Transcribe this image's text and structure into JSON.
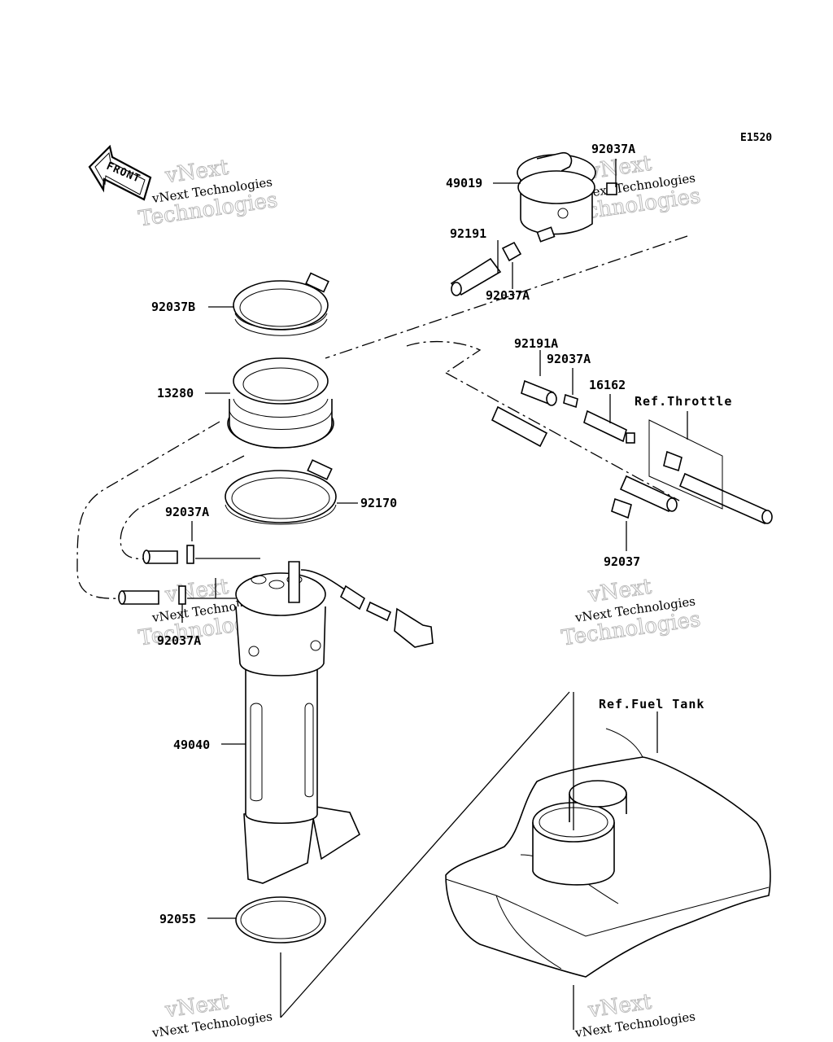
{
  "diagram_code": "E1520",
  "front_arrow": {
    "text": "FRONT",
    "icon": "front-arrow-icon"
  },
  "labels": {
    "p49019": "49019",
    "p92037A_top": "92037A",
    "p92191": "92191",
    "p92037A_mid": "92037A",
    "p92037B": "92037B",
    "p13280": "13280",
    "p92191A": "92191A",
    "p92037A_right": "92037A",
    "p16162": "16162",
    "ref_throttle": "Ref.Throttle",
    "p92170": "92170",
    "p92037A_left": "92037A",
    "p92037": "92037",
    "p92037A_low": "92037A",
    "p49040": "49040",
    "ref_fuel_tank": "Ref.Fuel Tank",
    "p92055": "92055"
  },
  "watermark": {
    "line1": "vNext Technologies",
    "line2": "vNext",
    "line3": "Technologies"
  }
}
